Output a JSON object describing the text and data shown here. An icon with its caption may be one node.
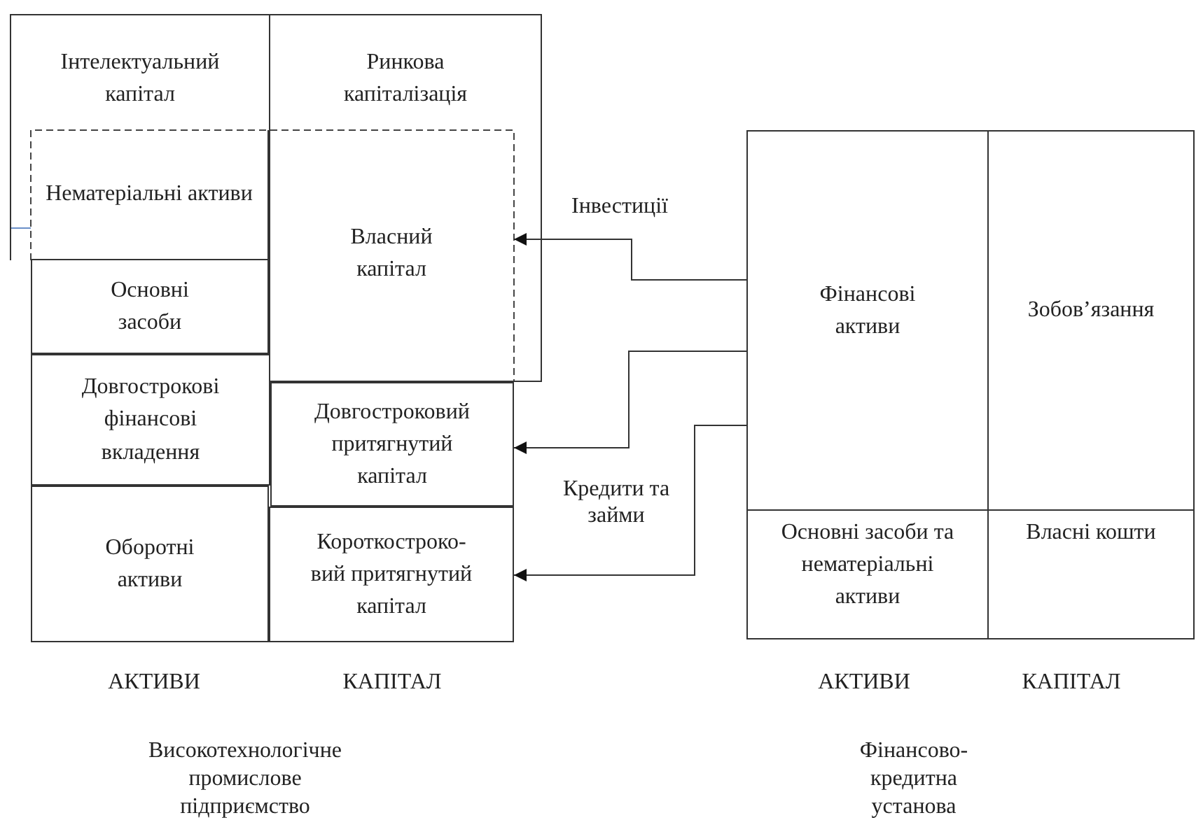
{
  "diagram": {
    "nodes": [
      {
        "text": [
          "Інтелектуальний капітал"
        ]
      },
      {
        "text": [
          "Ринкова капіталізація"
        ]
      },
      {
        "text": [
          "Нематеріальні активи"
        ],
        "in": 0
      },
      {
        "text": [
          "Основні засоби"
        ]
      },
      {
        "text": [
          "Довгострокові фінансові вкладення"
        ]
      },
      {
        "text": [
          "Оборотні активи"
        ]
      },
      {
        "text": [
          "Власний капітал"
        ],
        "in": 1
      },
      {
        "text": [
          "Довгостроковий притягнутий капітал"
        ]
      },
      {
        "text": [
          "Короткостроко-вий притягнутий капітал"
        ]
      },
      {
        "text": [
          "Фінансові активи"
        ]
      },
      {
        "text": [
          "Зобов’язання"
        ]
      },
      {
        "text": [
          "Основні засоби та нематеріальні активи"
        ]
      },
      {
        "text": [
          "Власні кошти"
        ]
      }
    ],
    "edges": [
      {
        "from": 9,
        "to": 6,
        "arrow": "to",
        "label": "Інвестиції"
      },
      {
        "from": 9,
        "to": 7,
        "arrow": "to"
      },
      {
        "from": 9,
        "to": 8,
        "arrow": "to"
      }
    ],
    "labels": [
      "Кредити та займи",
      "АКТИВИ",
      "КАПІТАЛ",
      "АКТИВИ",
      "КАПІТАЛ",
      "Високотехнологічне промислове підприємство",
      "Фінансово-кредитна установа"
    ]
  }
}
